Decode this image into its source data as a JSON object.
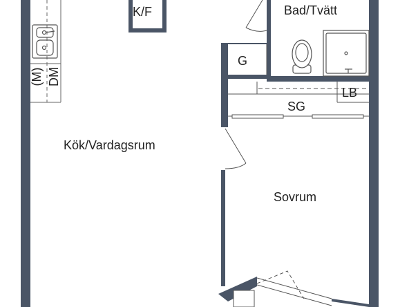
{
  "colors": {
    "wall": "#4a5566",
    "line": "#555555",
    "text": "#222222",
    "background": "#ffffff"
  },
  "rooms": {
    "kitchen_living": "Kök/Vardagsrum",
    "bedroom": "Sovrum",
    "bath_laundry": "Bad/Tvätt",
    "fridge_freezer": "K/F",
    "wardrobe": "SG",
    "linen_closet": "LB",
    "cabinet": "G"
  },
  "appliances": {
    "microwave": "(M)",
    "dishwasher": "DM"
  },
  "icons": {
    "sink": "kitchen-sink-icon",
    "toilet": "toilet-icon",
    "shower": "shower-icon",
    "door_swing": "door-swing-icon"
  }
}
